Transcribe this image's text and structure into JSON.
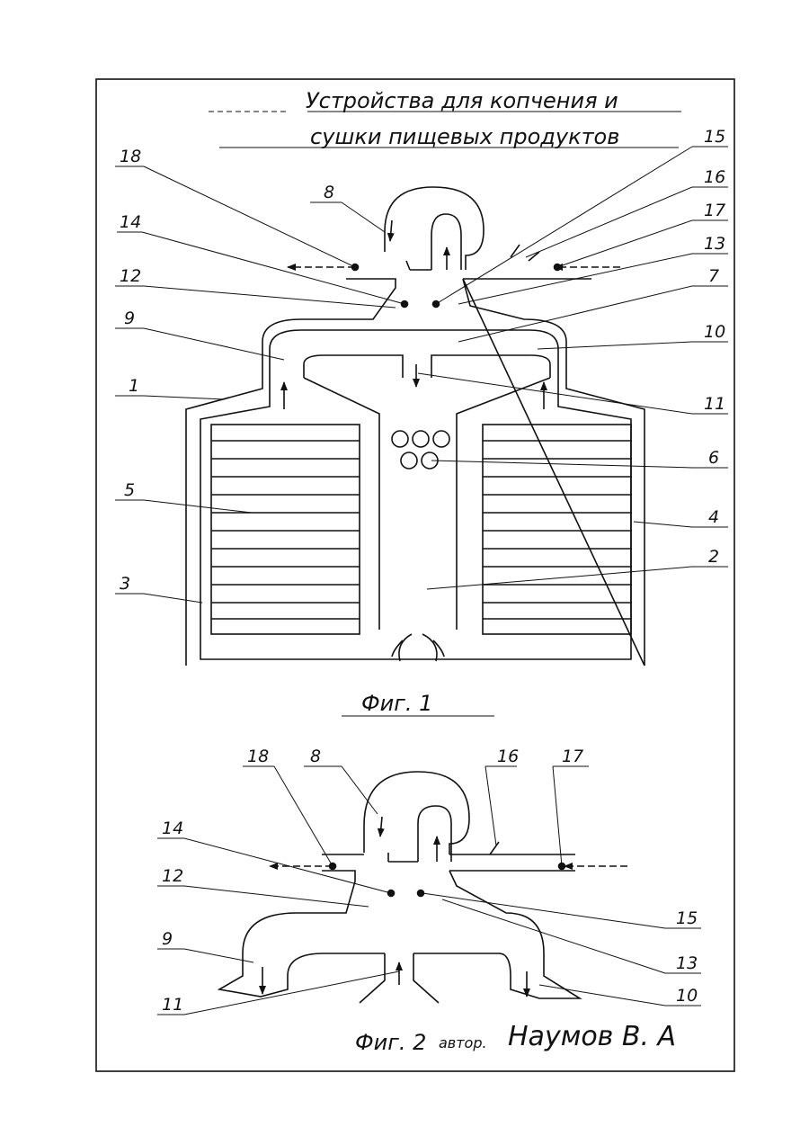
{
  "title": {
    "line1": "Устройства для копчения и",
    "line2": "сушки пищевых продуктов"
  },
  "fig1": {
    "caption": "Фиг. 1",
    "labels": {
      "n1": "1",
      "n2": "2",
      "n3": "3",
      "n4": "4",
      "n5": "5",
      "n6": "6",
      "n7": "7",
      "n8": "8",
      "n9": "9",
      "n10": "10",
      "n11": "11",
      "n12": "12",
      "n13": "13",
      "n14": "14",
      "n15": "15",
      "n16": "16",
      "n17": "17",
      "n18": "18"
    }
  },
  "fig2": {
    "caption": "Фиг. 2",
    "author_prefix": "автор.",
    "author": "Наумов В. А",
    "labels": {
      "n8": "8",
      "n9": "9",
      "n10": "10",
      "n11": "11",
      "n12": "12",
      "n13": "13",
      "n14": "14",
      "n15": "15",
      "n16": "16",
      "n17": "17",
      "n18": "18"
    }
  },
  "colors": {
    "ink": "#111111",
    "paper": "#ffffff"
  }
}
